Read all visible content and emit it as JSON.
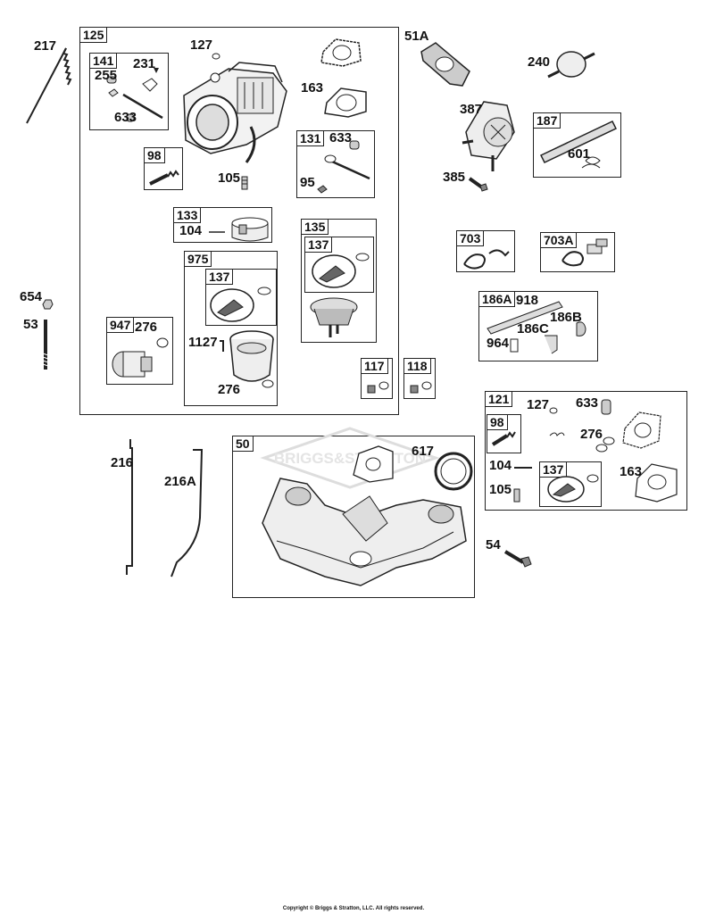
{
  "watermark": "BRIGGS&STRATTON",
  "copyright": "Copyright © Briggs & Stratton, LLC. All rights reserved.",
  "boxes": {
    "b125": "125",
    "b141": "141",
    "b98": "98",
    "b133": "133",
    "b975": "975",
    "b137a": "137",
    "b947": "947",
    "b131": "131",
    "b135": "135",
    "b137b": "137",
    "b117": "117",
    "b118": "118",
    "b187": "187",
    "b703": "703",
    "b703a": "703A",
    "b186a": "186A",
    "b121": "121",
    "b98b": "98",
    "b137c": "137",
    "b50": "50"
  },
  "labels": {
    "l217": "217",
    "l127a": "127",
    "l231": "231",
    "l255": "255",
    "l633a": "633",
    "l163a": "163",
    "l105a": "105",
    "l633b": "633",
    "l95": "95",
    "l104a": "104",
    "l654": "654",
    "l53": "53",
    "l276a": "276",
    "l1127": "1127",
    "l276b": "276",
    "l51a": "51A",
    "l240": "240",
    "l387": "387",
    "l385": "385",
    "l601": "601",
    "l918": "918",
    "l186b": "186B",
    "l186c": "186C",
    "l964": "964",
    "l127b": "127",
    "l633c": "633",
    "l276c": "276",
    "l104b": "104",
    "l163b": "163",
    "l105b": "105",
    "l54": "54",
    "l216": "216",
    "l216a": "216A",
    "l617": "617"
  }
}
